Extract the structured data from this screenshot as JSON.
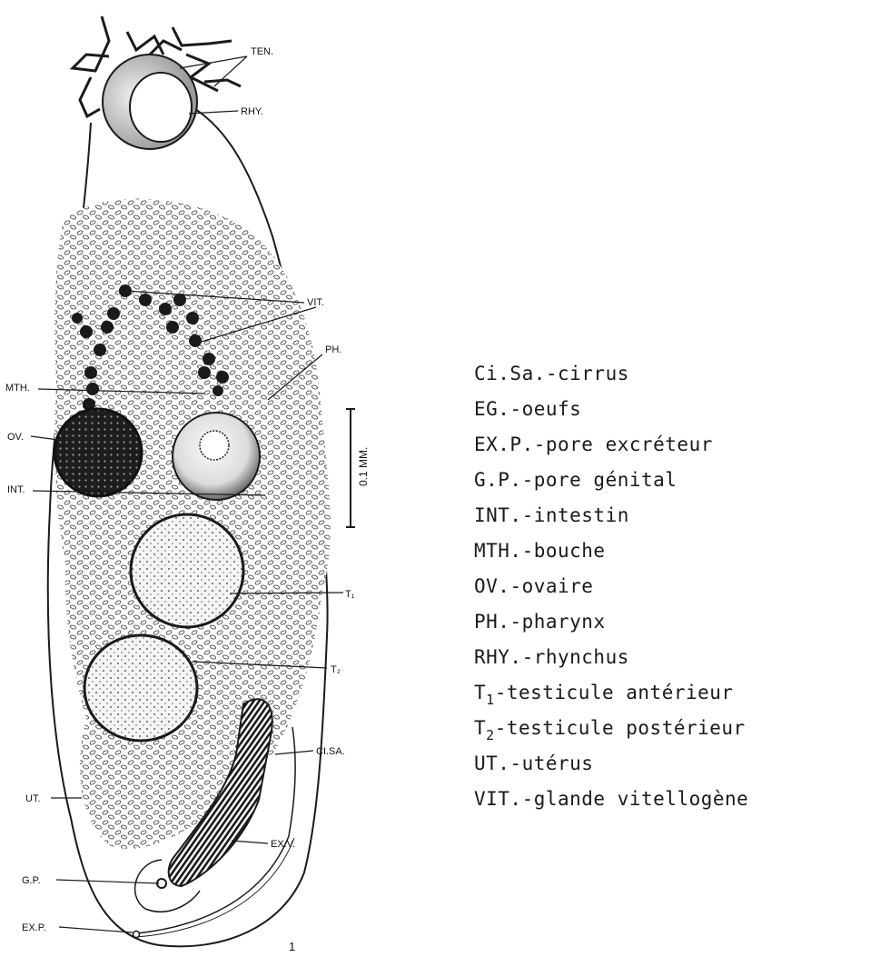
{
  "figure_labels": {
    "ten": "TEN.",
    "rhy": "RHY.",
    "vit": "VIT.",
    "ph": "PH.",
    "mth": "MTH.",
    "ov": "OV.",
    "int": "INT.",
    "scale": "0.1 MM.",
    "t1": "T₁",
    "t2": "T₂",
    "cisa": "CI.SA.",
    "ut": "UT.",
    "exv": "EX.V.",
    "gp": "G.P.",
    "exp": "EX.P.",
    "fig_number": "1"
  },
  "legend": [
    {
      "abbr": "Ci.Sa.",
      "sub": "",
      "text": "-cirrus"
    },
    {
      "abbr": "EG.",
      "sub": "",
      "text": "-oeufs"
    },
    {
      "abbr": "EX.P.",
      "sub": "",
      "text": "-pore excréteur"
    },
    {
      "abbr": "G.P.",
      "sub": "",
      "text": "-pore génital"
    },
    {
      "abbr": "INT.",
      "sub": "",
      "text": "-intestin"
    },
    {
      "abbr": "MTH.",
      "sub": "",
      "text": "-bouche"
    },
    {
      "abbr": "OV.",
      "sub": "",
      "text": "-ovaire"
    },
    {
      "abbr": "PH.",
      "sub": "",
      "text": "-pharynx"
    },
    {
      "abbr": "RHY.",
      "sub": "",
      "text": "-rhynchus"
    },
    {
      "abbr": "T",
      "sub": "1",
      "text": "-testicule antérieur"
    },
    {
      "abbr": "T",
      "sub": "2",
      "text": "-testicule postérieur"
    },
    {
      "abbr": "UT.",
      "sub": "",
      "text": "-utérus"
    },
    {
      "abbr": "VIT.",
      "sub": "",
      "text": "-glande vitellogène"
    }
  ],
  "colors": {
    "ink": "#1a1a1a",
    "paper": "#ffffff"
  }
}
